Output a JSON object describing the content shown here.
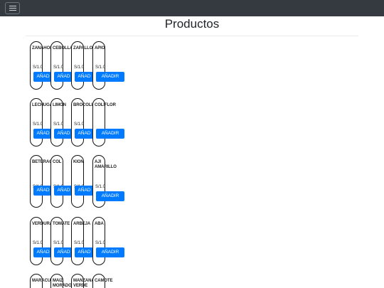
{
  "nav": {
    "menu_icon": "hamburger-menu-icon"
  },
  "page": {
    "title": "Productos"
  },
  "add_label_short": "AÑAD",
  "add_label": "AÑADIR",
  "rows": [
    {
      "items": [
        {
          "name": "ZANAHORIA",
          "price": "S/1.0"
        },
        {
          "name": "CEBOLLA",
          "price": "S/1.0"
        },
        {
          "name": "ZAPALLO",
          "price": "S/1.0"
        },
        {
          "name": "APIO",
          "price": "S/1.0"
        }
      ]
    },
    {
      "items": [
        {
          "name": "LECHUGA",
          "price": "S/1.0"
        },
        {
          "name": "LIMON",
          "price": "S/1.0"
        },
        {
          "name": "BROCOLI",
          "price": "S/1.0"
        },
        {
          "name": "COLIFLOR",
          "price": ""
        }
      ]
    },
    {
      "items": [
        {
          "name": "BETERAGA",
          "price": "S/1.0"
        },
        {
          "name": "COL",
          "price": "S/1.0"
        },
        {
          "name": "KION",
          "price": "S/1.0"
        },
        {
          "name": "AJI AMARILLO",
          "price": "S/1.0"
        }
      ]
    },
    {
      "items": [
        {
          "name": "VERDURAS",
          "price": "S/1.0"
        },
        {
          "name": "TOMATE",
          "price": "S/1.0"
        },
        {
          "name": "ARBEJA",
          "price": "S/1.0"
        },
        {
          "name": "ABA",
          "price": "S/1.0"
        }
      ]
    },
    {
      "items": [
        {
          "name": "MARACUYA",
          "price": ""
        },
        {
          "name": "MAIZ MORADO",
          "price": ""
        },
        {
          "name": "MANZANA VERDE",
          "price": ""
        },
        {
          "name": "CAMOTE",
          "price": ""
        }
      ]
    }
  ],
  "colors": {
    "navbar": "#343a40",
    "button": "#007bff"
  }
}
